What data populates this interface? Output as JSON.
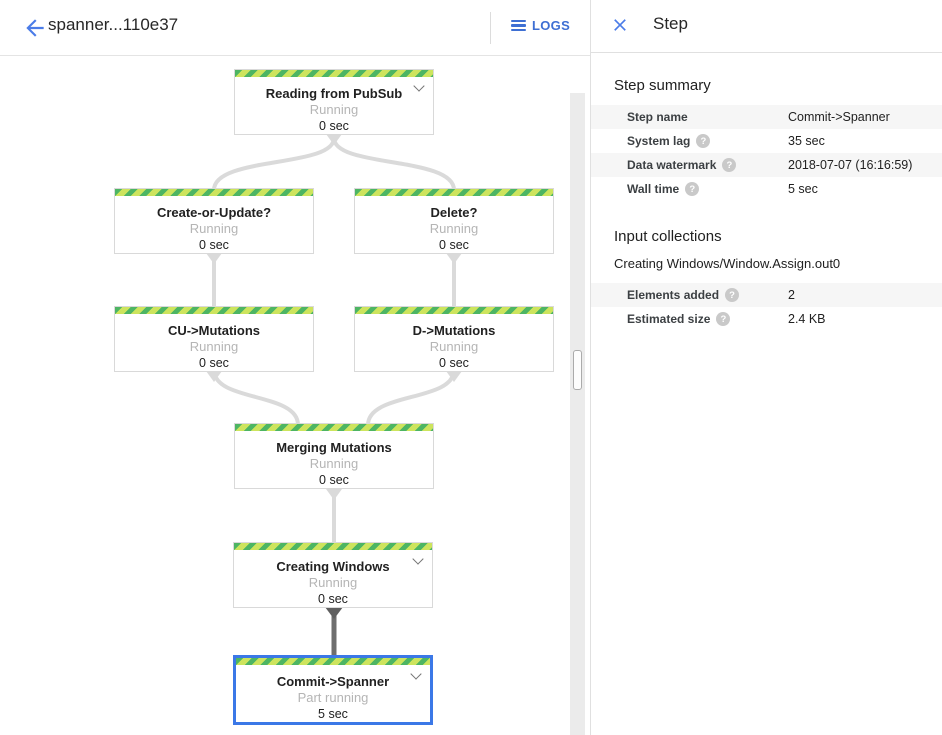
{
  "topbar": {
    "title": "spanner...110e37",
    "logs_label": "LOGS"
  },
  "panel": {
    "title": "Step",
    "summary_heading": "Step summary",
    "summary_rows": [
      {
        "label": "Step name",
        "value": "Commit->Spanner",
        "help": false
      },
      {
        "label": "System lag",
        "value": "35 sec",
        "help": true
      },
      {
        "label": "Data watermark",
        "value": "2018-07-07 (16:16:59)",
        "help": true
      },
      {
        "label": "Wall time",
        "value": "5 sec",
        "help": true
      }
    ],
    "input_heading": "Input collections",
    "input_collection_name": "Creating Windows/Window.Assign.out0",
    "input_rows": [
      {
        "label": "Elements added",
        "value": "2",
        "help": true
      },
      {
        "label": "Estimated size",
        "value": "2.4 KB",
        "help": true
      }
    ],
    "help_glyph": "?"
  },
  "graph": {
    "nodes": [
      {
        "label": "Reading from PubSub",
        "status": "Running",
        "time": "0 sec",
        "chevron": true,
        "selected": false
      },
      {
        "label": "Create-or-Update?",
        "status": "Running",
        "time": "0 sec",
        "chevron": false,
        "selected": false
      },
      {
        "label": "Delete?",
        "status": "Running",
        "time": "0 sec",
        "chevron": false,
        "selected": false
      },
      {
        "label": "CU->Mutations",
        "status": "Running",
        "time": "0 sec",
        "chevron": false,
        "selected": false
      },
      {
        "label": "D->Mutations",
        "status": "Running",
        "time": "0 sec",
        "chevron": false,
        "selected": false
      },
      {
        "label": "Merging Mutations",
        "status": "Running",
        "time": "0 sec",
        "chevron": false,
        "selected": false
      },
      {
        "label": "Creating Windows",
        "status": "Running",
        "time": "0 sec",
        "chevron": true,
        "selected": false
      },
      {
        "label": "Commit->Spanner",
        "status": "Part running",
        "time": "5 sec",
        "chevron": true,
        "selected": true
      }
    ],
    "edges": [
      {
        "from": "Reading from PubSub",
        "to": "Create-or-Update?",
        "dark": false
      },
      {
        "from": "Reading from PubSub",
        "to": "Delete?",
        "dark": false
      },
      {
        "from": "Create-or-Update?",
        "to": "CU->Mutations",
        "dark": false
      },
      {
        "from": "Delete?",
        "to": "D->Mutations",
        "dark": false
      },
      {
        "from": "CU->Mutations",
        "to": "Merging Mutations",
        "dark": false
      },
      {
        "from": "D->Mutations",
        "to": "Merging Mutations",
        "dark": false
      },
      {
        "from": "Merging Mutations",
        "to": "Creating Windows",
        "dark": false
      },
      {
        "from": "Creating Windows",
        "to": "Commit->Spanner",
        "dark": true
      }
    ]
  },
  "colors": {
    "accent_blue": "#4b7ce8",
    "logs_blue": "#3e6fd3",
    "stripe_light": "#cde45d",
    "stripe_green": "#4db563",
    "edge_light": "#dadada",
    "edge_dark": "#6e6e6e",
    "selected_border": "#3b78e7",
    "shaded_row": "#f6f6f6"
  }
}
